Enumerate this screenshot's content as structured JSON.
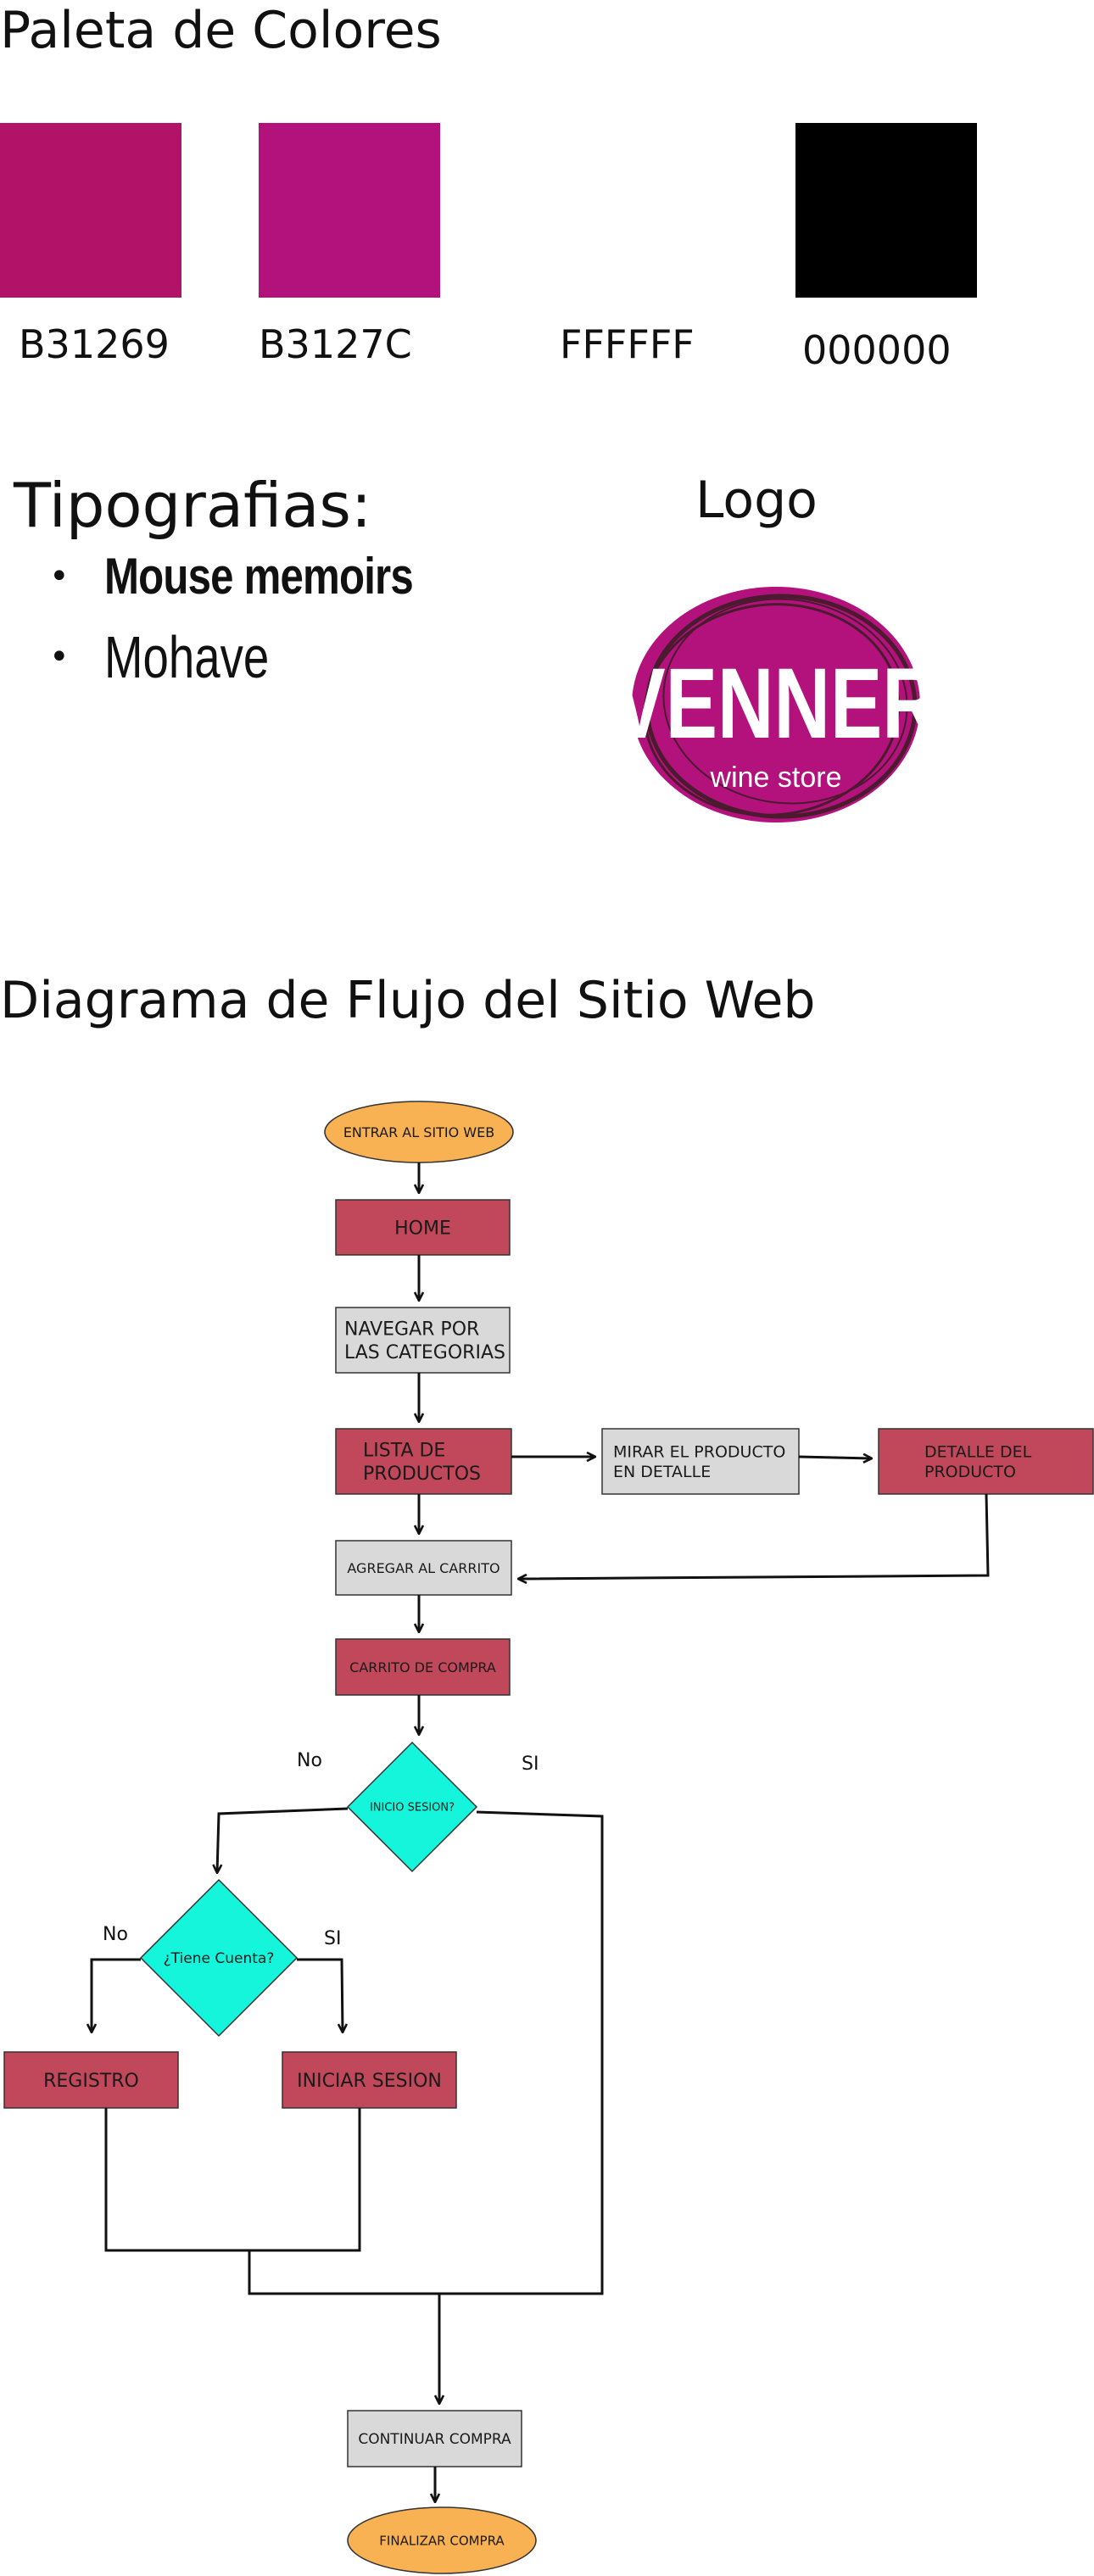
{
  "palette": {
    "title": "Paleta de Colores",
    "swatches": [
      {
        "label": "B31269",
        "color": "#B31269"
      },
      {
        "label": "B3127C",
        "color": "#B3127C"
      },
      {
        "label": "FFFFFF",
        "color": "#FFFFFF"
      },
      {
        "label": "000000",
        "color": "#000000"
      }
    ]
  },
  "typography": {
    "title": "Tipografias:",
    "fonts": [
      "Mouse memoirs",
      "Mohave"
    ]
  },
  "logo": {
    "title": "Logo",
    "brand": "VENNER",
    "tagline": "wine store",
    "color": "#B3127C",
    "ring_color": "#4A1A2E"
  },
  "flow": {
    "title": "Diagrama de Flujo del Sitio Web",
    "colors": {
      "start_end": "#F8B153",
      "primary": "#C0485A",
      "secondary": "#D9D9D9",
      "decision": "#15F5DB"
    },
    "nodes": {
      "start": [
        "ENTRAR AL SITIO WEB"
      ],
      "home": [
        "HOME"
      ],
      "browse": [
        "NAVEGAR POR",
        "LAS CATEGORIAS"
      ],
      "product_list": [
        "LISTA DE",
        "PRODUCTOS"
      ],
      "view_product": [
        "MIRAR EL PRODUCTO",
        "EN DETALLE"
      ],
      "product_detail": [
        "DETALLE DEL",
        "PRODUCTO"
      ],
      "add_cart": [
        "AGREGAR AL CARRITO"
      ],
      "cart": [
        "CARRITO DE COMPRA"
      ],
      "login_check": [
        "INICIO SESION?"
      ],
      "has_account": [
        "¿Tiene Cuenta?"
      ],
      "register": [
        "REGISTRO"
      ],
      "login": [
        "INICIAR SESION"
      ],
      "continue": [
        "CONTINUAR COMPRA"
      ],
      "finish": [
        "FINALIZAR COMPRA"
      ]
    },
    "edge_labels": {
      "login_no": "No",
      "login_yes": "SI",
      "account_no": "No",
      "account_yes": "SI"
    }
  }
}
